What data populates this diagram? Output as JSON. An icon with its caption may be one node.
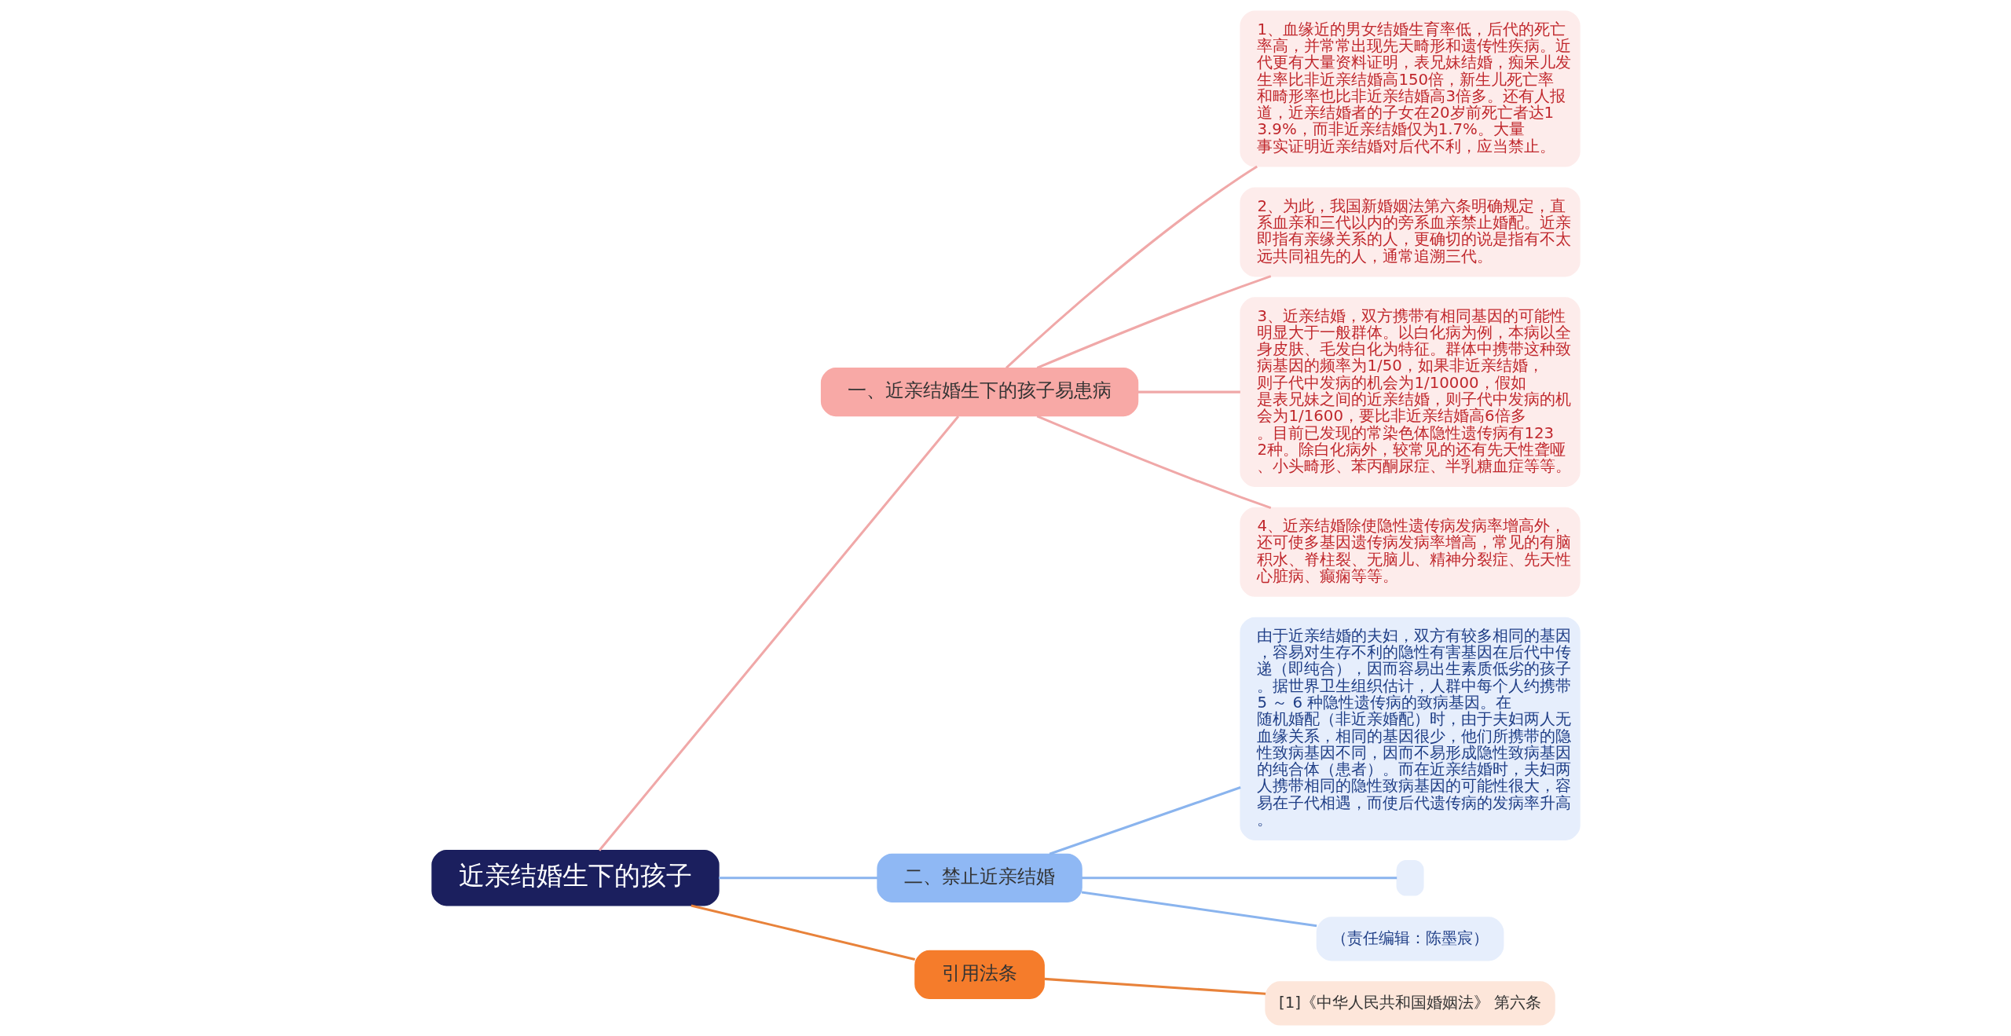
{
  "diagram": {
    "nodes": [
      {
        "text": [
          "近亲结婚生下的孩子"
        ]
      },
      {
        "text": [
          "一、近亲结婚生下的孩子易患病"
        ]
      },
      {
        "text": [
          "1、血缘近的男女结婚生育率低，后代的死亡率高，并常常出现先天畸形和遗传性疾病。近代更有大量资料证明，表兄妹结婚，痴呆儿发生率比非近亲结婚高150倍，新生儿死亡率和畸形率也比非近亲结婚高3倍多。还有人报道，近亲结婚者的子女在20岁前死亡者达13.9%，而非近亲结婚仅为1.7%。大量事实证明近亲结婚对后代不利，应当禁止。"
        ]
      },
      {
        "text": [
          "2、为此，我国新婚姻法第六条明确规定，直系血亲和三代以内的旁系血亲禁止婚配。近亲即指有亲缘关系的人，更确切的说是指有不太远共同祖先的人，通常追溯三代。"
        ]
      },
      {
        "text": [
          "3、近亲结婚，双方携带有相同基因的可能性明显大于一般群体。以白化病为例，本病以全身皮肤、毛发白化为特征。群体中携带这种致病基因的频率为1/50，如果非近亲结婚，则子代中发病的机会为1/10000，假如是表兄妹之间的近亲结婚，则子代中发病的机会为1/1600，要比非近亲结婚高6倍多。目前已发现的常染色体隐性遗传病有1232种。除白化病外，较常见的还有先天性聋哑、小头畸形、苯丙酮尿症、半乳糖血症等等。"
        ]
      },
      {
        "text": [
          "4、近亲结婚除使隐性遗传病发病率增高外，还可使多基因遗传病发病率增高，常见的有脑积水、脊柱裂、无脑儿、精神分裂症、先天性心脏病、癫痫等等。"
        ]
      },
      {
        "text": [
          "二、禁止近亲结婚"
        ]
      },
      {
        "text": [
          "由于近亲结婚的夫妇，双方有较多相同的基因，容易对生存不利的隐性有害基因在后代中传递（即纯合），因而容易出生素质低劣的孩子。据世界卫生组织估计，人群中每个人约携带 5 ～ 6 种隐性遗传病的致病基因。在随机婚配（非近亲婚配）时，由于夫妇两人无血缘关系，相同的基因很少，他们所携带的隐性致病基因不同，因而不易形成隐性致病基因的纯合体（患者）。而在近亲结婚时，夫妇两人携带相同的隐性致病基因的可能性很大，容易在子代相遇，而使后代遗传病的发病率升高。"
        ]
      },
      {
        "text": [],
        "shape": "box"
      },
      {
        "text": [
          "（责任编辑：陈墨宸）"
        ]
      },
      {
        "text": [
          "引用法条"
        ]
      },
      {
        "text": [
          "[1]《中华人民共和国婚姻法》 第六条"
        ]
      }
    ],
    "edges": [
      {
        "from": 0,
        "to": 1,
        "arrow": "none",
        "color": "#f0a8a8"
      },
      {
        "from": 1,
        "to": 2,
        "arrow": "none",
        "color": "#f0a8a8"
      },
      {
        "from": 1,
        "to": 3,
        "arrow": "none",
        "color": "#f0a8a8"
      },
      {
        "from": 1,
        "to": 4,
        "arrow": "none",
        "color": "#f0a8a8"
      },
      {
        "from": 1,
        "to": 5,
        "arrow": "none",
        "color": "#f0a8a8"
      },
      {
        "from": 0,
        "to": 6,
        "arrow": "none",
        "color": "#8ab4ee"
      },
      {
        "from": 6,
        "to": 7,
        "arrow": "none",
        "color": "#8ab4ee"
      },
      {
        "from": 6,
        "to": 8,
        "arrow": "none",
        "color": "#8ab4ee"
      },
      {
        "from": 6,
        "to": 9,
        "arrow": "none",
        "color": "#8ab4ee"
      },
      {
        "from": 0,
        "to": 10,
        "arrow": "none",
        "color": "#e8823a"
      },
      {
        "from": 10,
        "to": 11,
        "arrow": "none",
        "color": "#e8823a"
      }
    ]
  }
}
